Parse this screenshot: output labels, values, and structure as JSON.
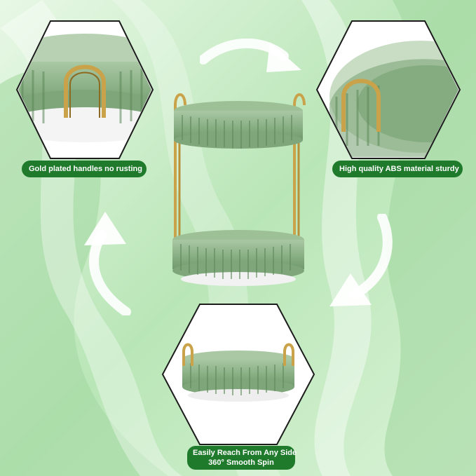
{
  "image": {
    "subject": "two-tier rotating organizer tray, sage green with gold handles",
    "colors": {
      "background_light": "#e6f7e6",
      "background_mid": "#a8dca8",
      "tray_green": "#8fb58a",
      "tray_dark": "#6f9a6c",
      "gold": "#c9a24a",
      "label_bg": "#1f7a2c",
      "label_text": "#ffffff"
    }
  },
  "callouts": {
    "handles": {
      "text": "Gold plated handles no rusting"
    },
    "material": {
      "text": "High quality ABS material sturdy"
    },
    "spin": {
      "line1": "Easily Reach From Any Side",
      "line2": "360° Smooth Spin"
    }
  },
  "icons": [
    "curved-arrow-icon",
    "curved-arrow-icon",
    "curved-arrow-icon"
  ]
}
